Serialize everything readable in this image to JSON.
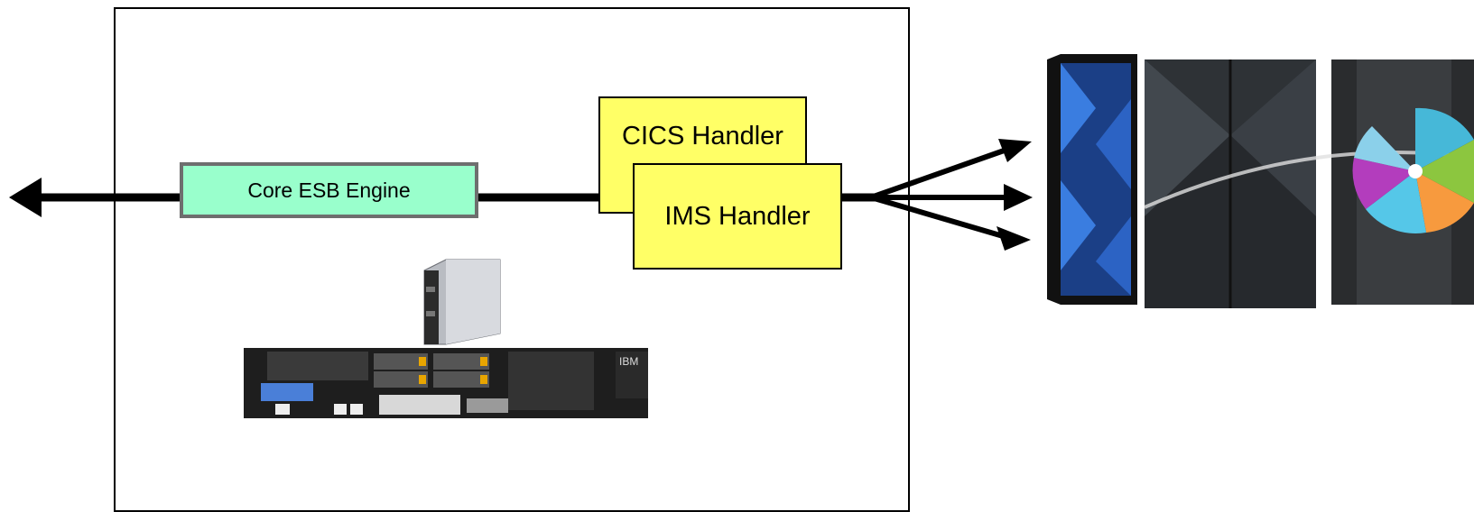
{
  "diagram": {
    "core_engine": {
      "label": "Core ESB Engine"
    },
    "handlers": [
      {
        "label": "CICS Handler"
      },
      {
        "label": "IMS Handler"
      }
    ],
    "colors": {
      "core_fill": "#99ffcc",
      "handler_fill": "#ffff66",
      "line": "#000000"
    },
    "icons": [
      "blade-server-icon",
      "rack-appliance-icon",
      "mainframe-cabinets-icon",
      "ibm-logo-icon"
    ]
  }
}
